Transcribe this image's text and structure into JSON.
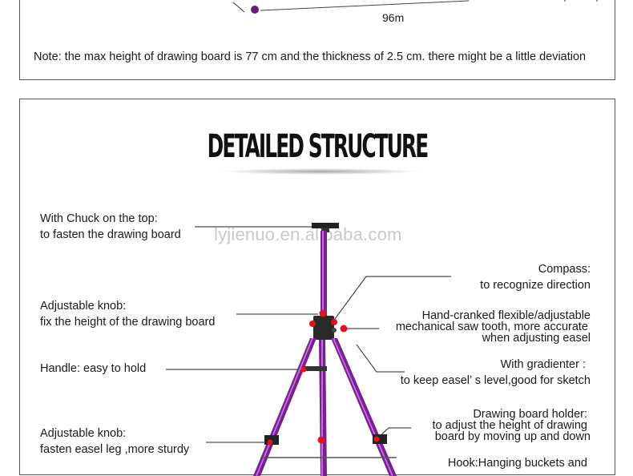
{
  "top": {
    "dimension": "96m",
    "note": "Note: the max height of drawing board is 77 cm and the thickness of 2.5 cm. there might be a little deviation"
  },
  "structure": {
    "heading": "DETAILED STRUCTURE",
    "watermark": "lyjienuo.en.alibaba.com",
    "labels": {
      "chuck_1": "With Chuck on the top:",
      "chuck_2": "to fasten the drawing board",
      "knob1_1": "Adjustable knob:",
      "knob1_2": "fix the height of the drawing board",
      "handle": "Handle: easy to hold",
      "knob2_1": "Adjustable knob:",
      "knob2_2": "fasten easel leg ,more sturdy",
      "compass_1": "Compass:",
      "compass_2": "to recognize direction",
      "crank_1": "Hand-cranked flexible/adjustable",
      "crank_2": "mechanical saw tooth, more accurate",
      "crank_3": "when adjusting easel",
      "grad_1": "With gradienter :",
      "grad_2": "to keep easel’ s level,good for sketch",
      "holder_1": "Drawing board holder:",
      "holder_2": "to adjust the height of drawing",
      "holder_3": "board by moving up and down",
      "hook_1": "Hook:Hanging buckets and"
    }
  },
  "colors": {
    "easel": "#7a1f8f",
    "easel_light": "#b64fd0",
    "knob": "#e0141e",
    "line": "#222222"
  }
}
